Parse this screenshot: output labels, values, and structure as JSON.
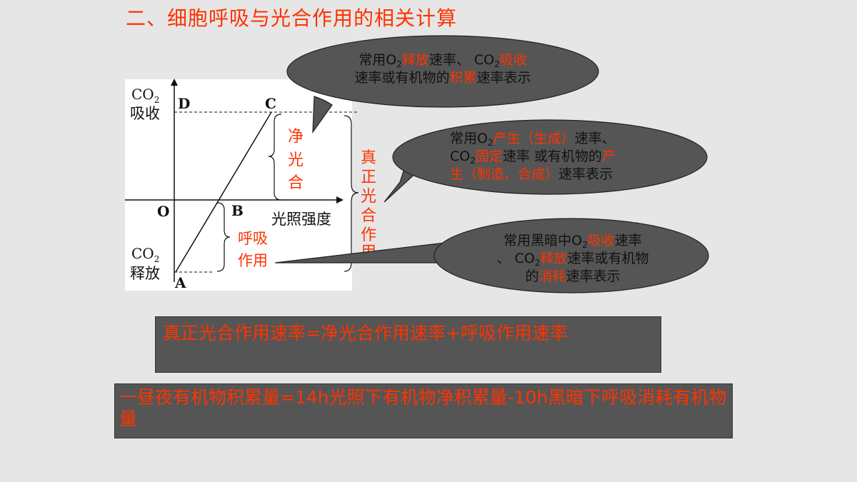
{
  "title": "二、细胞呼吸与光合作用的相关计算",
  "graph": {
    "y_top_label": [
      "CO",
      "2",
      "吸收"
    ],
    "y_bottom_label": [
      "CO",
      "2",
      "释放"
    ],
    "x_label": "光照强度",
    "points": {
      "O": "O",
      "A": "A",
      "B": "B",
      "C": "C",
      "D": "D"
    },
    "net_photosynthesis": [
      "净",
      "光",
      "合"
    ],
    "respiration": [
      "呼吸",
      "作用"
    ],
    "true_photosynthesis": [
      "真",
      "正",
      "光",
      "合",
      "作",
      "用"
    ]
  },
  "bubble1": {
    "parts": [
      "常用O",
      "2",
      "释放",
      "速率、 CO",
      "2",
      "吸收",
      "速率或有机物的",
      "积累",
      "速率表示"
    ]
  },
  "bubble2": {
    "parts": [
      "常用O",
      "2",
      "产生（生成）",
      "速率、",
      "CO",
      "2",
      "固定",
      "速率 或有机物的",
      "产",
      "生（制造、合成）",
      "速率表示"
    ]
  },
  "bubble3": {
    "parts": [
      "常用黑暗中O",
      "2",
      "吸收",
      "速率",
      "、 CO",
      "2",
      "释放",
      "速率或有机物",
      "的",
      "消耗",
      "速率表示"
    ]
  },
  "formula1": "真正光合作用速率=净光合作用速率+呼吸作用速率",
  "formula2": "一昼夜有机物积累量=14h光照下有机物净积累量-10h黑暗下呼吸消耗有机物量",
  "colors": {
    "accent": "#ff3300",
    "bubble": "#555555",
    "background": "#e6e6e6"
  }
}
